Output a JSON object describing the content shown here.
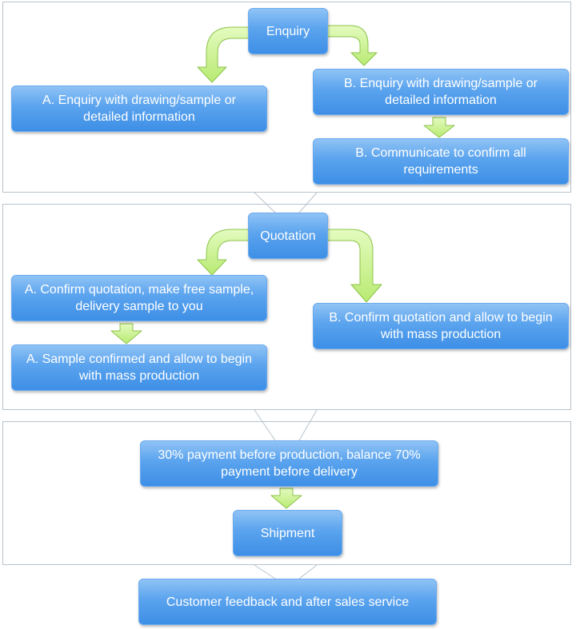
{
  "colors": {
    "node_fill": "#4a97ea",
    "node_text": "#ffffff",
    "arrow_fill": "#c6f08a",
    "arrow_stroke": "#8cc34a",
    "panel_border": "#b7c3cc"
  },
  "nodes": {
    "enquiry": "Enquiry",
    "enquiry_a": "A. Enquiry with drawing/sample or detailed information",
    "enquiry_b": "B. Enquiry with drawing/sample or detailed information",
    "communicate_b": "B. Communicate to confirm all requirements",
    "quotation": "Quotation",
    "quote_a": "A. Confirm quotation, make free sample, delivery sample to you",
    "sample_a": "A. Sample confirmed and allow to begin with mass production",
    "quote_b": "B. Confirm quotation and allow to begin with mass production",
    "payment": "30% payment before production, balance 70% payment before delivery",
    "shipment": "Shipment",
    "feedback": "Customer feedback and after sales service"
  }
}
